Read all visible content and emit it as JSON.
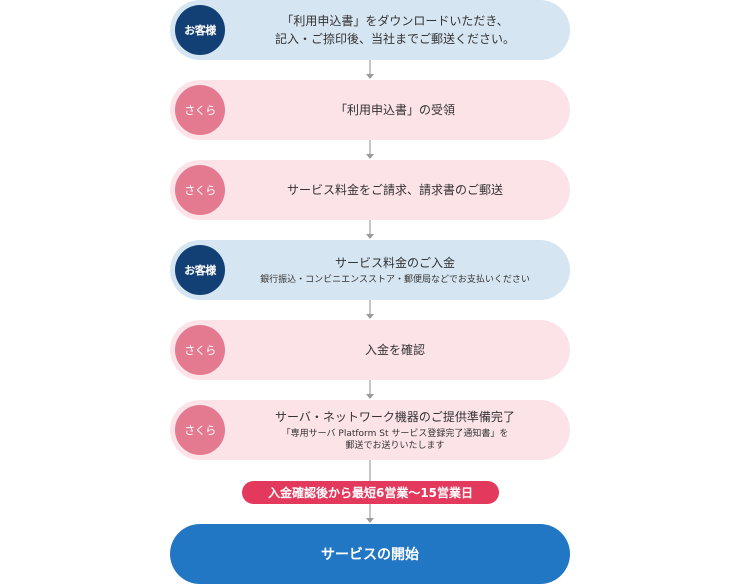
{
  "badges": {
    "customer": "お客様",
    "sakura": "さくら"
  },
  "steps": [
    {
      "actor": "customer",
      "lines": [
        "「利用申込書」をダウンロードいただき、",
        "記入・ご捺印後、当社までご郵送ください。"
      ],
      "sub": []
    },
    {
      "actor": "sakura",
      "lines": [
        "「利用申込書」の受領"
      ],
      "sub": []
    },
    {
      "actor": "sakura",
      "lines": [
        "サービス料金をご請求、請求書のご郵送"
      ],
      "sub": []
    },
    {
      "actor": "customer",
      "lines": [
        "サービス料金のご入金"
      ],
      "sub": [
        "銀行振込・コンビニエンスストア・郵便局などでお支払いください"
      ]
    },
    {
      "actor": "sakura",
      "lines": [
        "入金を確認"
      ],
      "sub": []
    },
    {
      "actor": "sakura",
      "lines": [
        "サーバ・ネットワーク機器のご提供準備完了"
      ],
      "sub": [
        "「専用サーバ Platform St サービス登録完了通知書」を",
        "郵送でお送りいたします"
      ]
    }
  ],
  "notice": "入金確認後から最短6営業～15営業日",
  "final": "サービスの開始",
  "colors": {
    "customer_bg": "#d6e5f2",
    "customer_badge": "#123f74",
    "sakura_bg": "#fbe3e8",
    "sakura_badge": "#e47a90",
    "notice": "#e2395d",
    "final": "#2277c4"
  }
}
